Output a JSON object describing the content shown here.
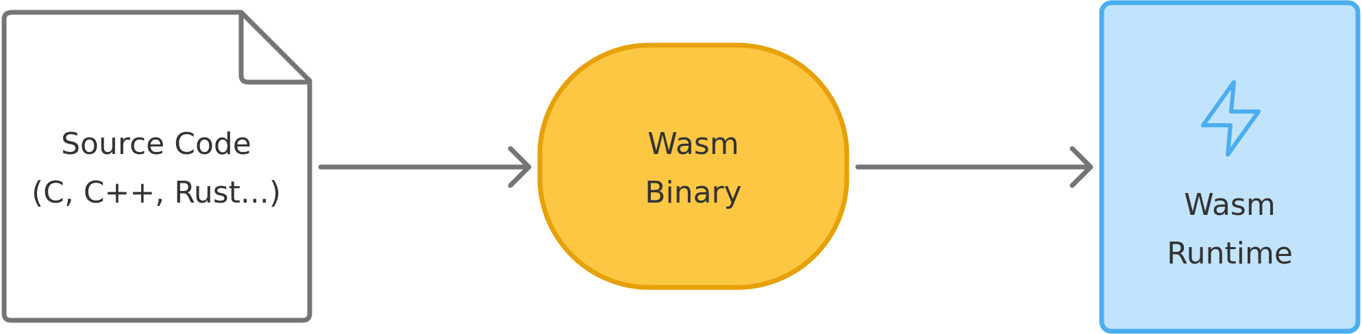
{
  "nodes": {
    "source": {
      "line1": "Source Code",
      "line2": "(C, C++, Rust...)"
    },
    "binary": {
      "line1": "Wasm",
      "line2": "Binary"
    },
    "runtime": {
      "line1": "Wasm",
      "line2": "Runtime",
      "icon": "lightning-bolt-icon"
    }
  },
  "colors": {
    "outline_gray": "#757575",
    "binary_fill": "#fdc743",
    "binary_stroke": "#e6a10a",
    "runtime_fill": "#c1e3fb",
    "runtime_stroke": "#4aaeef",
    "text": "#333333"
  },
  "edges": [
    {
      "from": "source",
      "to": "binary"
    },
    {
      "from": "binary",
      "to": "runtime"
    }
  ]
}
